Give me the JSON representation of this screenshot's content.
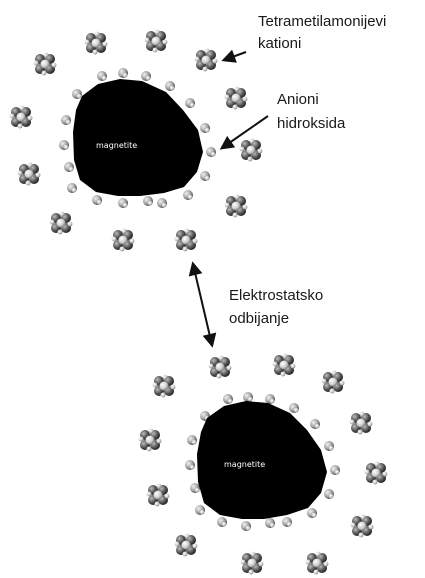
{
  "labels": {
    "cation_line1": "Tetrametilamonijevi",
    "cation_line2": "kationi",
    "anion_line1": "Anioni",
    "anion_line2": "hidroksida",
    "repulsion_line1": "Elektrostatsko",
    "repulsion_line2": "odbijanje"
  },
  "particles": [
    {
      "core_label": "magnetite"
    },
    {
      "core_label": "magnetite"
    }
  ],
  "colors": {
    "core": "#000000",
    "anion": "#9a9a9a",
    "cation": "#555555",
    "arrow": "#111111"
  }
}
